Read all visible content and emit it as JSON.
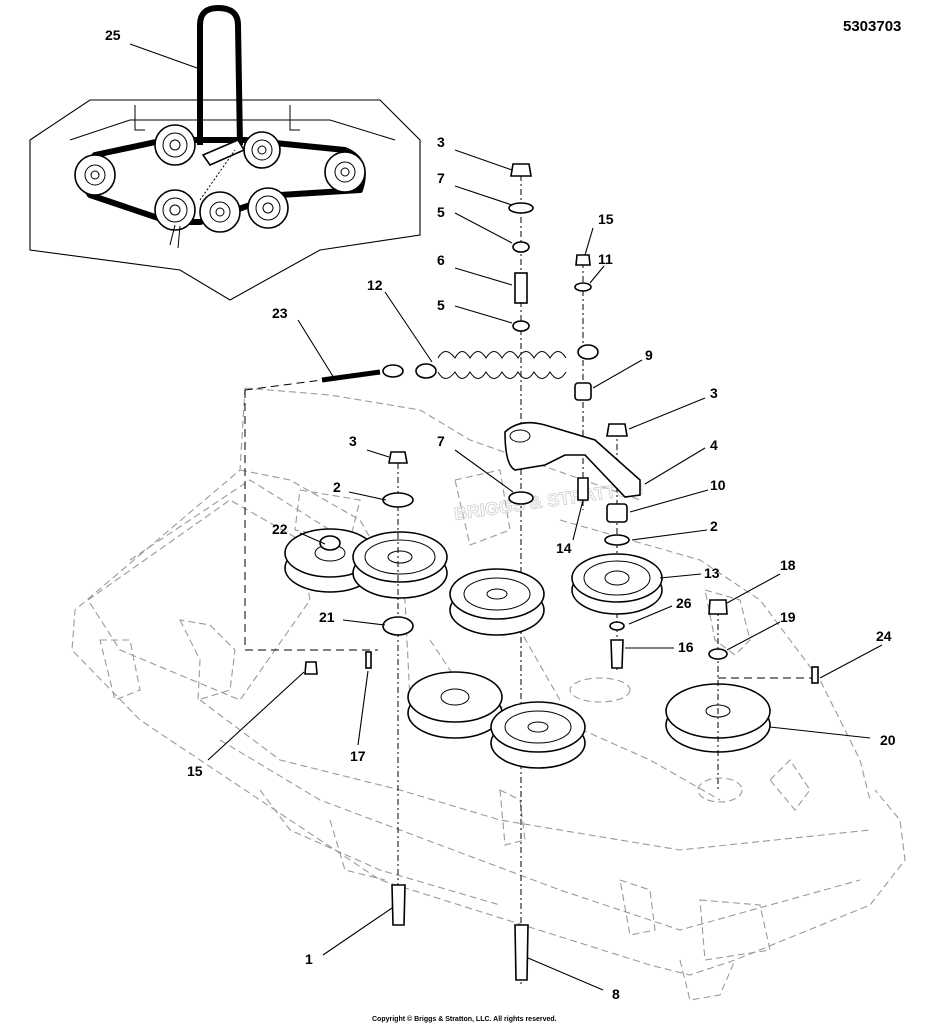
{
  "document_number": "5303703",
  "copyright": "Copyright © Briggs & Stratton, LLC. All rights reserved.",
  "watermark": "BRIGGS & STRATTON",
  "callouts": {
    "c1": "1",
    "c2a": "2",
    "c2b": "2",
    "c3a": "3",
    "c3b": "3",
    "c3c": "3",
    "c4": "4",
    "c5a": "5",
    "c5b": "5",
    "c6": "6",
    "c7a": "7",
    "c7b": "7",
    "c8": "8",
    "c9": "9",
    "c10": "10",
    "c11": "11",
    "c12": "12",
    "c13": "13",
    "c14": "14",
    "c15a": "15",
    "c15b": "15",
    "c16": "16",
    "c17": "17",
    "c18": "18",
    "c19": "19",
    "c20": "20",
    "c21": "21",
    "c22": "22",
    "c23": "23",
    "c24": "24",
    "c25": "25",
    "c26": "26"
  }
}
